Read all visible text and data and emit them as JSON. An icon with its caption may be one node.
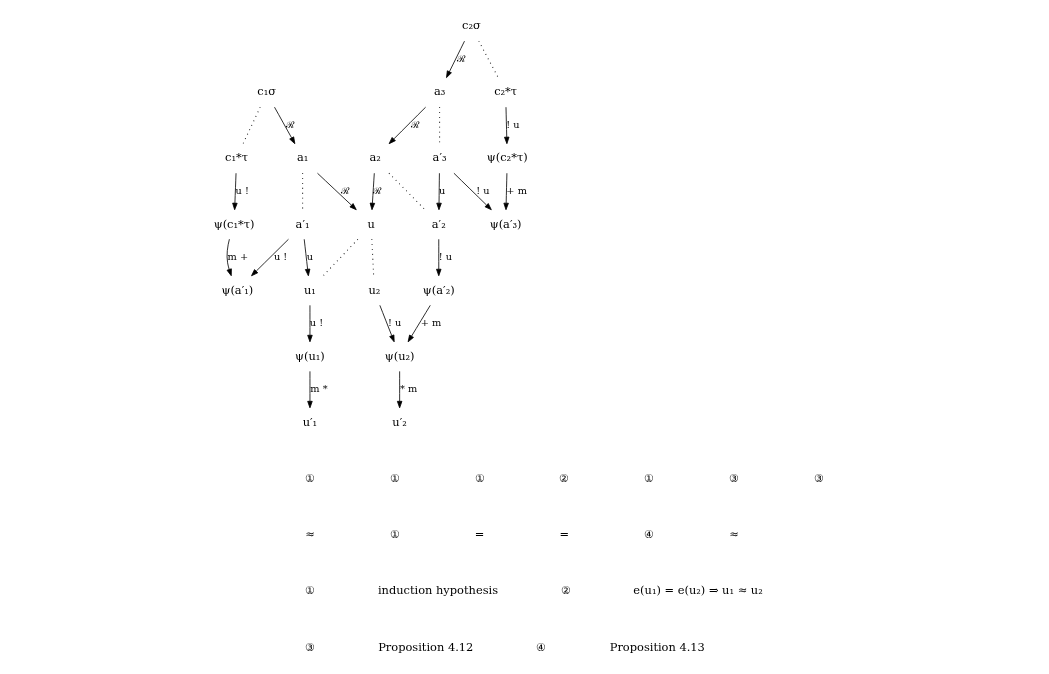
{
  "diagram": {
    "nodes": [
      {
        "text": [
          "c₁σ"
        ]
      },
      {
        "text": [
          "c₁*τ"
        ]
      },
      {
        "text": [
          "ψ(c₁*τ)"
        ]
      },
      {
        "text": [
          "a₁"
        ]
      },
      {
        "text": [
          "a′₁"
        ]
      },
      {
        "text": [
          "ψ(a′₁)"
        ]
      },
      {
        "text": [
          "u"
        ]
      },
      {
        "text": [
          "u₁"
        ]
      },
      {
        "text": [
          "u₂"
        ]
      },
      {
        "text": [
          "ψ(u₁)"
        ]
      },
      {
        "text": [
          "ψ(u₂)"
        ]
      },
      {
        "text": [
          "u′₁"
        ]
      },
      {
        "text": [
          "u′₂"
        ]
      },
      {
        "text": [
          "a₂"
        ]
      },
      {
        "text": [
          "a′₂"
        ]
      },
      {
        "text": [
          "ψ(a′₂)"
        ]
      },
      {
        "text": [
          "a₃"
        ]
      },
      {
        "text": [
          "a′₃"
        ]
      },
      {
        "text": [
          "ψ(a′₃)"
        ]
      },
      {
        "text": [
          "c₂σ"
        ]
      },
      {
        "text": [
          "c₂*τ"
        ]
      },
      {
        "text": [
          "ψ(c₂*τ)"
        ]
      }
    ],
    "edges": [
      {
        "from": 0,
        "to": 3,
        "arrow": "to",
        "label": "ℛ"
      },
      {
        "from": 3,
        "to": 6,
        "arrow": "to",
        "label": "ℛ"
      },
      {
        "from": 19,
        "to": 16,
        "arrow": "to",
        "label": "ℛ"
      },
      {
        "from": 16,
        "to": 13,
        "arrow": "to",
        "label": "ℛ"
      },
      {
        "from": 13,
        "to": 6,
        "arrow": "to",
        "label": "ℛ"
      },
      {
        "from": 0,
        "to": 1,
        "arrow": "none",
        "style": "dashed"
      },
      {
        "from": 3,
        "to": 4,
        "arrow": "none",
        "style": "dashed"
      },
      {
        "from": 6,
        "to": 7,
        "arrow": "none",
        "style": "dashed"
      },
      {
        "from": 6,
        "to": 8,
        "arrow": "none",
        "style": "dashed"
      },
      {
        "from": 13,
        "to": 14,
        "arrow": "none",
        "style": "dashed"
      },
      {
        "from": 16,
        "to": 17,
        "arrow": "none",
        "style": "dashed"
      },
      {
        "from": 19,
        "to": 20,
        "arrow": "none",
        "style": "dashed"
      },
      {
        "from": 1,
        "to": 2,
        "arrow": "to",
        "label": "u !"
      },
      {
        "from": 2,
        "to": 5,
        "arrow": "to",
        "label": "m +"
      },
      {
        "from": 4,
        "to": 5,
        "arrow": "to",
        "label": "u !"
      },
      {
        "from": 4,
        "to": 7,
        "arrow": "to",
        "label": "u"
      },
      {
        "from": 7,
        "to": 9,
        "arrow": "to",
        "label": "u !"
      },
      {
        "from": 9,
        "to": 11,
        "arrow": "to",
        "label": "m *"
      },
      {
        "from": 8,
        "to": 10,
        "arrow": "to",
        "label": "! u"
      },
      {
        "from": 10,
        "to": 12,
        "arrow": "to",
        "label": "* m"
      },
      {
        "from": 17,
        "to": 14,
        "arrow": "to",
        "label": "u"
      },
      {
        "from": 14,
        "to": 15,
        "arrow": "to",
        "label": "! u"
      },
      {
        "from": 15,
        "to": 10,
        "arrow": "to",
        "label": "+ m"
      },
      {
        "from": 17,
        "to": 18,
        "arrow": "to",
        "label": "! u"
      },
      {
        "from": 20,
        "to": 21,
        "arrow": "to",
        "label": "! u"
      },
      {
        "from": 21,
        "to": 18,
        "arrow": "to",
        "label": "+ m"
      }
    ],
    "labels": [
      "①",
      "①",
      "①",
      "②",
      "①",
      "③",
      "③",
      "≈",
      "①",
      "=",
      "=",
      "④",
      "≈",
      "①",
      "induction hypothesis",
      "②",
      "e(u₁) = e(u₂) ⇒ u₁ ≈ u₂",
      "③",
      "Proposition 4.12",
      "④",
      "Proposition 4.13"
    ]
  }
}
